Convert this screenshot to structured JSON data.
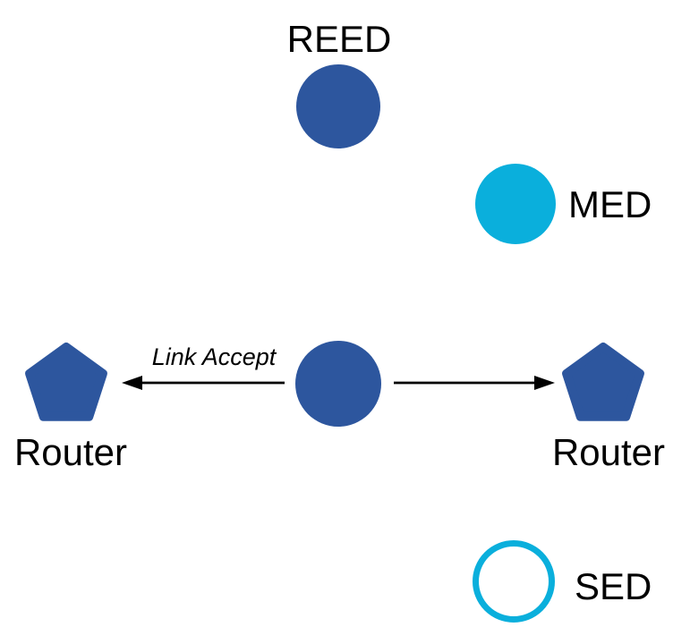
{
  "diagram": {
    "nodes": {
      "reed": {
        "label": "REED"
      },
      "med": {
        "label": "MED"
      },
      "router_left": {
        "label": "Router"
      },
      "router_right": {
        "label": "Router"
      },
      "sed": {
        "label": "SED"
      }
    },
    "edge": {
      "link_accept_label": "Link Accept"
    },
    "colors": {
      "node_blue": "#2D569E",
      "node_cyan": "#0AAFDC",
      "arrow_black": "#000000",
      "background": "#FFFFFF"
    }
  }
}
